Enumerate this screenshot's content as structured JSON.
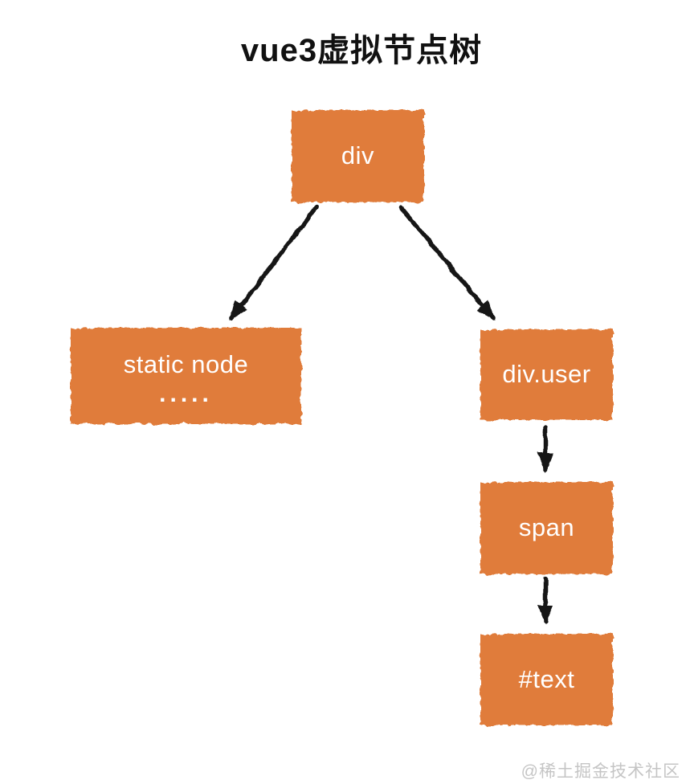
{
  "title": "vue3虚拟节点树",
  "watermark": "@稀土掘金技术社区",
  "colors": {
    "background": "#ffffff",
    "node_fill": "#e07b3a",
    "node_text": "#ffffff",
    "arrow": "#161616",
    "title_text": "#111111",
    "watermark_text": "#c5c5c5"
  },
  "diagram": {
    "type": "tree",
    "nodes": {
      "root": {
        "label": "div"
      },
      "static": {
        "label": "static node",
        "sublabel": "....."
      },
      "user": {
        "label": "div.user"
      },
      "span": {
        "label": "span"
      },
      "text": {
        "label": "#text"
      }
    },
    "edges": [
      {
        "from": "div",
        "to": "static node"
      },
      {
        "from": "div",
        "to": "div.user"
      },
      {
        "from": "div.user",
        "to": "span"
      },
      {
        "from": "span",
        "to": "#text"
      }
    ]
  }
}
